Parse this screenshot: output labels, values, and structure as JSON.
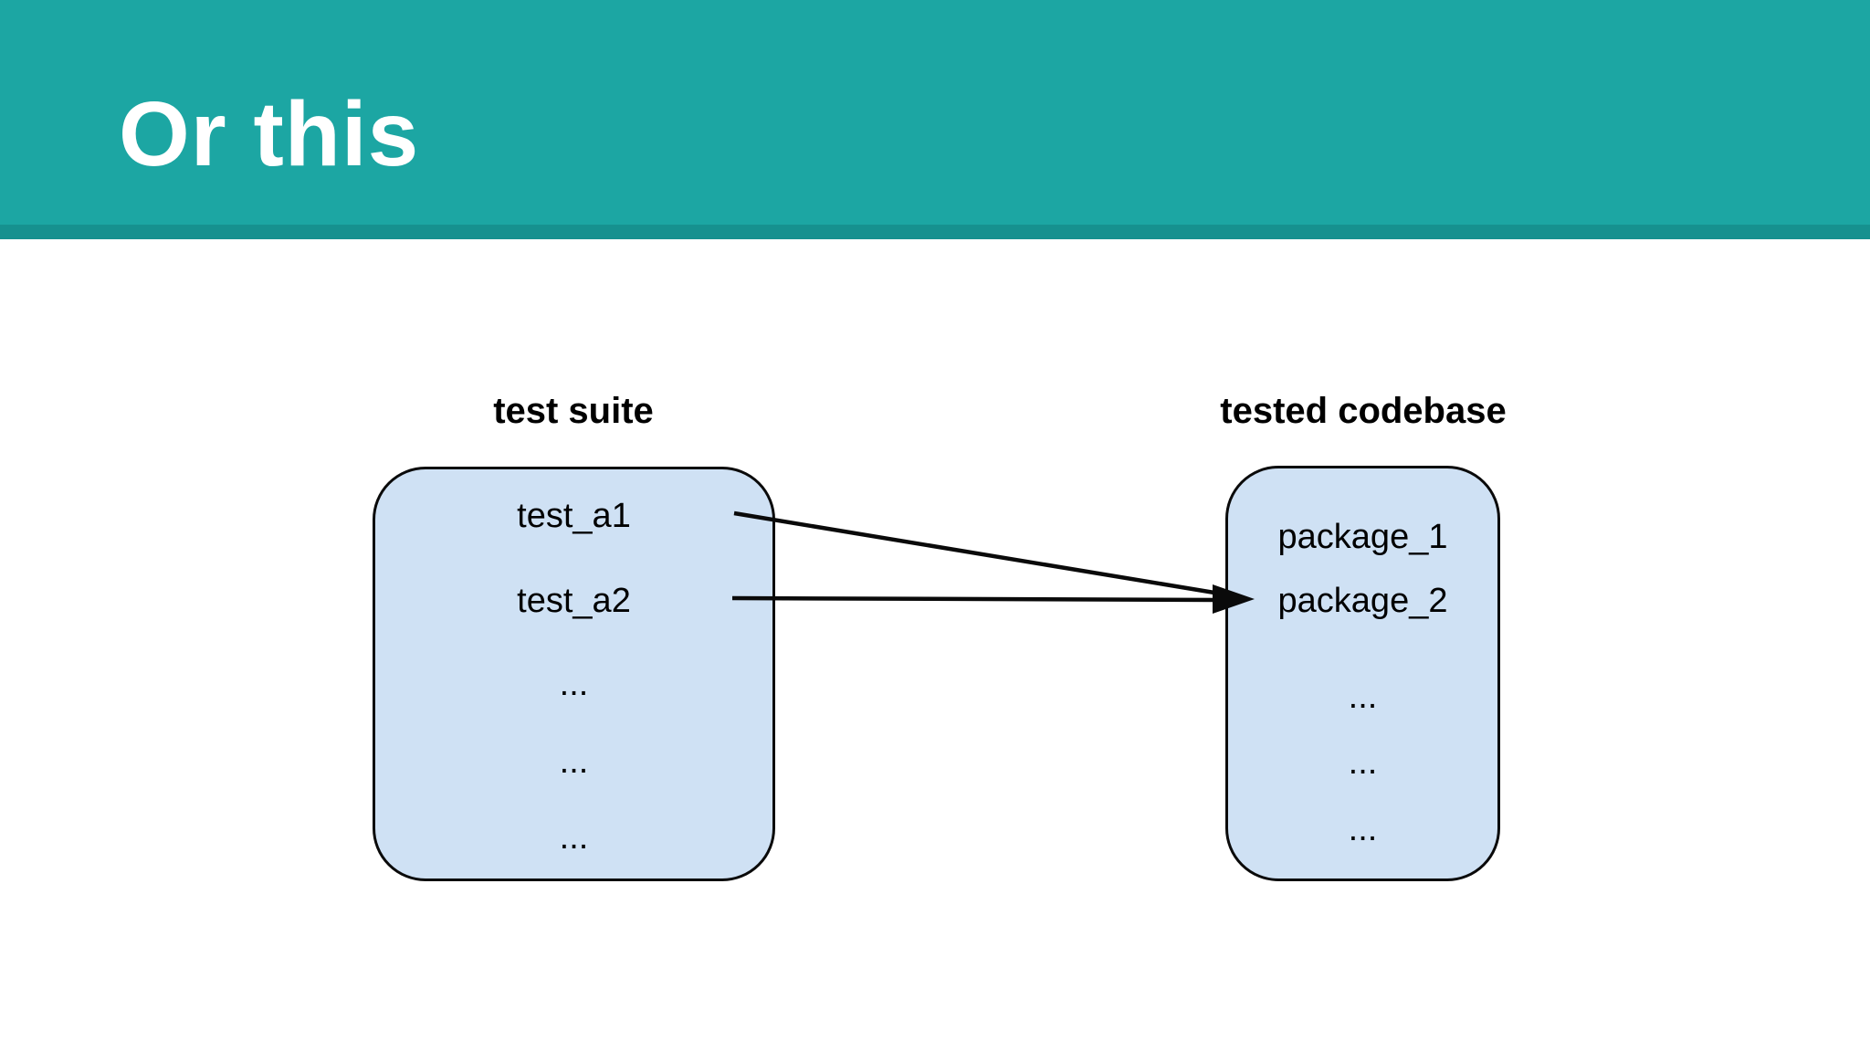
{
  "slide": {
    "title": "Or this",
    "theme": {
      "header_bg": "#1CA6A3",
      "header_strip": "#16918F",
      "box_fill": "#CFE1F4",
      "box_border": "#000000",
      "title_color": "#FFFFFF",
      "text_color": "#000000"
    }
  },
  "diagram": {
    "left_group": {
      "title": "test suite",
      "items": [
        "test_a1",
        "test_a2",
        "...",
        "...",
        "..."
      ]
    },
    "right_group": {
      "title": "tested codebase",
      "items": [
        "package_1",
        "package_2",
        "...",
        "...",
        "..."
      ]
    },
    "edges": [
      {
        "from": "test_a1",
        "to": "package_2"
      },
      {
        "from": "test_a2",
        "to": "package_2"
      }
    ]
  }
}
